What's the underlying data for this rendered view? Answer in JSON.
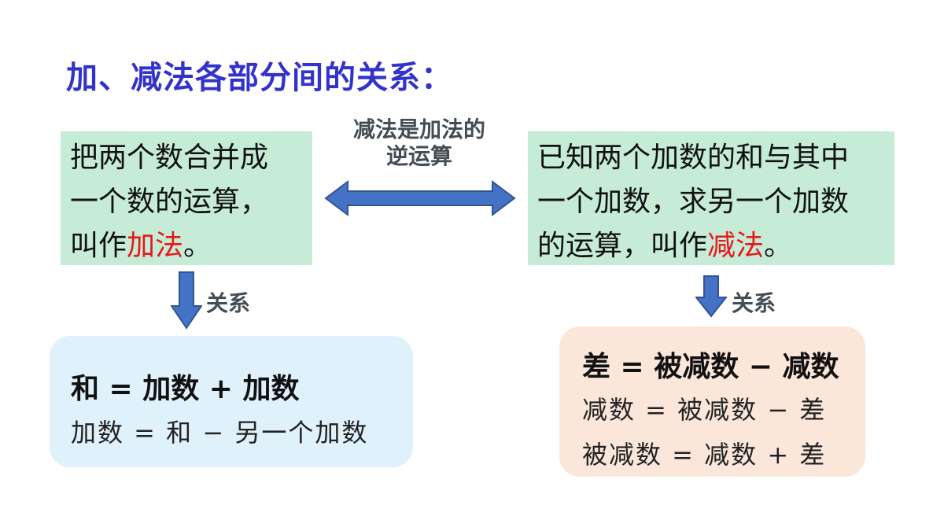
{
  "title": "加、减法各部分间的关系：",
  "addition_def": {
    "line1": "把两个数合并成",
    "line2": "一个数的运算，",
    "line3_prefix": "叫作",
    "line3_term": "加法",
    "line3_suffix": "。"
  },
  "subtraction_def": {
    "line1": "已知两个加数的和与其中",
    "line2": "一个加数，求另一个加数",
    "line3_prefix": "的运算，叫作",
    "line3_term": "减法",
    "line3_suffix": "。"
  },
  "inverse_label": {
    "line1": "减法是加法的",
    "line2": "逆运算"
  },
  "relation_label": "关系",
  "addition_formulas": {
    "main": "和 = 加数 + 加数",
    "derived": "加数 = 和 − 另一个加数"
  },
  "subtraction_formulas": {
    "main": "差 = 被减数 − 减数",
    "derived1": "减数 = 被减数 − 差",
    "derived2": "被减数 = 减数 + 差"
  },
  "colors": {
    "title": "#3333cc",
    "highlight": "#e61919",
    "def_box": "#c6ecd8",
    "addition_formula_box": "#dff1fb",
    "subtraction_formula_box": "#fbe6da",
    "arrow": "#4472c4"
  },
  "icons": {
    "double_arrow": "double-headed-arrow-icon",
    "down_arrow": "down-arrow-icon"
  }
}
